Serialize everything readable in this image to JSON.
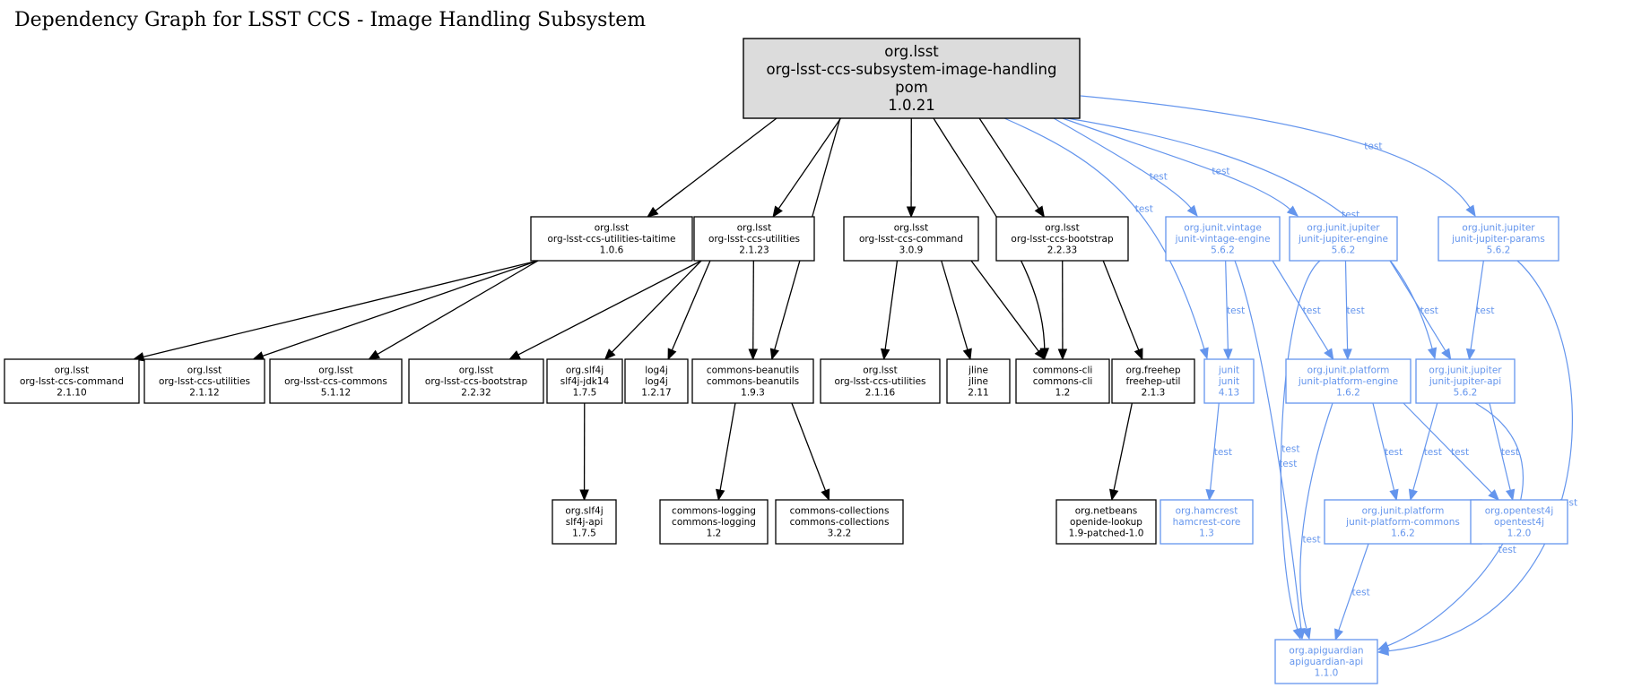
{
  "title": "Dependency Graph for LSST CCS - Image Handling Subsystem",
  "nodes": [
    {
      "id": "root",
      "lines": [
        "org.lsst",
        "org-lsst-ccs-subsystem-image-handling",
        "pom",
        "1.0.21"
      ],
      "kind": "root"
    },
    {
      "id": "taitime",
      "lines": [
        "org.lsst",
        "org-lsst-ccs-utilities-taitime",
        "1.0.6"
      ],
      "kind": "compile"
    },
    {
      "id": "util2123",
      "lines": [
        "org.lsst",
        "org-lsst-ccs-utilities",
        "2.1.23"
      ],
      "kind": "compile"
    },
    {
      "id": "cmd309",
      "lines": [
        "org.lsst",
        "org-lsst-ccs-command",
        "3.0.9"
      ],
      "kind": "compile"
    },
    {
      "id": "boot2233",
      "lines": [
        "org.lsst",
        "org-lsst-ccs-bootstrap",
        "2.2.33"
      ],
      "kind": "compile"
    },
    {
      "id": "vintage",
      "lines": [
        "org.junit.vintage",
        "junit-vintage-engine",
        "5.6.2"
      ],
      "kind": "test"
    },
    {
      "id": "jupeng",
      "lines": [
        "org.junit.jupiter",
        "junit-jupiter-engine",
        "5.6.2"
      ],
      "kind": "test"
    },
    {
      "id": "juppar",
      "lines": [
        "org.junit.jupiter",
        "junit-jupiter-params",
        "5.6.2"
      ],
      "kind": "test"
    },
    {
      "id": "cmd2110",
      "lines": [
        "org.lsst",
        "org-lsst-ccs-command",
        "2.1.10"
      ],
      "kind": "compile"
    },
    {
      "id": "util2112",
      "lines": [
        "org.lsst",
        "org-lsst-ccs-utilities",
        "2.1.12"
      ],
      "kind": "compile"
    },
    {
      "id": "commons5112",
      "lines": [
        "org.lsst",
        "org-lsst-ccs-commons",
        "5.1.12"
      ],
      "kind": "compile"
    },
    {
      "id": "boot2232",
      "lines": [
        "org.lsst",
        "org-lsst-ccs-bootstrap",
        "2.2.32"
      ],
      "kind": "compile"
    },
    {
      "id": "slf4jjdk",
      "lines": [
        "org.slf4j",
        "slf4j-jdk14",
        "1.7.5"
      ],
      "kind": "compile"
    },
    {
      "id": "log4j",
      "lines": [
        "log4j",
        "log4j",
        "1.2.17"
      ],
      "kind": "compile"
    },
    {
      "id": "beanutils",
      "lines": [
        "commons-beanutils",
        "commons-beanutils",
        "1.9.3"
      ],
      "kind": "compile"
    },
    {
      "id": "util2116",
      "lines": [
        "org.lsst",
        "org-lsst-ccs-utilities",
        "2.1.16"
      ],
      "kind": "compile"
    },
    {
      "id": "jline",
      "lines": [
        "jline",
        "jline",
        "2.11"
      ],
      "kind": "compile"
    },
    {
      "id": "cli",
      "lines": [
        "commons-cli",
        "commons-cli",
        "1.2"
      ],
      "kind": "compile"
    },
    {
      "id": "freehep",
      "lines": [
        "org.freehep",
        "freehep-util",
        "2.1.3"
      ],
      "kind": "compile"
    },
    {
      "id": "junit",
      "lines": [
        "junit",
        "junit",
        "4.13"
      ],
      "kind": "test"
    },
    {
      "id": "plateng",
      "lines": [
        "org.junit.platform",
        "junit-platform-engine",
        "1.6.2"
      ],
      "kind": "test"
    },
    {
      "id": "jupapi",
      "lines": [
        "org.junit.jupiter",
        "junit-jupiter-api",
        "5.6.2"
      ],
      "kind": "test"
    },
    {
      "id": "slf4japi",
      "lines": [
        "org.slf4j",
        "slf4j-api",
        "1.7.5"
      ],
      "kind": "compile"
    },
    {
      "id": "logging",
      "lines": [
        "commons-logging",
        "commons-logging",
        "1.2"
      ],
      "kind": "compile"
    },
    {
      "id": "collections",
      "lines": [
        "commons-collections",
        "commons-collections",
        "3.2.2"
      ],
      "kind": "compile"
    },
    {
      "id": "openide",
      "lines": [
        "org.netbeans",
        "openide-lookup",
        "1.9-patched-1.0"
      ],
      "kind": "compile"
    },
    {
      "id": "hamcrest",
      "lines": [
        "org.hamcrest",
        "hamcrest-core",
        "1.3"
      ],
      "kind": "test"
    },
    {
      "id": "platcom",
      "lines": [
        "org.junit.platform",
        "junit-platform-commons",
        "1.6.2"
      ],
      "kind": "test"
    },
    {
      "id": "opentest4j",
      "lines": [
        "org.opentest4j",
        "opentest4j",
        "1.2.0"
      ],
      "kind": "test"
    },
    {
      "id": "apiguardian",
      "lines": [
        "org.apiguardian",
        "apiguardian-api",
        "1.1.0"
      ],
      "kind": "test"
    }
  ],
  "edges": [
    {
      "from": "root",
      "to": "taitime"
    },
    {
      "from": "root",
      "to": "util2123"
    },
    {
      "from": "root",
      "to": "beanutils"
    },
    {
      "from": "root",
      "to": "cmd309"
    },
    {
      "from": "root",
      "to": "cli"
    },
    {
      "from": "root",
      "to": "boot2233"
    },
    {
      "from": "root",
      "to": "junit",
      "label": "test"
    },
    {
      "from": "root",
      "to": "vintage",
      "label": "test"
    },
    {
      "from": "root",
      "to": "jupeng",
      "label": "test"
    },
    {
      "from": "root",
      "to": "jupapi",
      "label": "test"
    },
    {
      "from": "root",
      "to": "juppar",
      "label": "test"
    },
    {
      "from": "taitime",
      "to": "cmd2110"
    },
    {
      "from": "taitime",
      "to": "util2112"
    },
    {
      "from": "taitime",
      "to": "commons5112"
    },
    {
      "from": "util2123",
      "to": "boot2232"
    },
    {
      "from": "util2123",
      "to": "slf4jjdk"
    },
    {
      "from": "util2123",
      "to": "log4j"
    },
    {
      "from": "util2123",
      "to": "beanutils"
    },
    {
      "from": "cmd309",
      "to": "util2116"
    },
    {
      "from": "cmd309",
      "to": "jline"
    },
    {
      "from": "cmd309",
      "to": "cli"
    },
    {
      "from": "boot2233",
      "to": "cli"
    },
    {
      "from": "boot2233",
      "to": "freehep"
    },
    {
      "from": "vintage",
      "to": "junit",
      "label": "test"
    },
    {
      "from": "vintage",
      "to": "plateng",
      "label": "test"
    },
    {
      "from": "vintage",
      "to": "apiguardian",
      "label": "test"
    },
    {
      "from": "jupeng",
      "to": "plateng",
      "label": "test"
    },
    {
      "from": "jupeng",
      "to": "jupapi",
      "label": "test"
    },
    {
      "from": "jupeng",
      "to": "apiguardian",
      "label": "test"
    },
    {
      "from": "juppar",
      "to": "jupapi",
      "label": "test"
    },
    {
      "from": "juppar",
      "to": "apiguardian",
      "label": "test"
    },
    {
      "from": "slf4jjdk",
      "to": "slf4japi"
    },
    {
      "from": "beanutils",
      "to": "logging"
    },
    {
      "from": "beanutils",
      "to": "collections"
    },
    {
      "from": "freehep",
      "to": "openide"
    },
    {
      "from": "junit",
      "to": "hamcrest",
      "label": "test"
    },
    {
      "from": "plateng",
      "to": "platcom",
      "label": "test"
    },
    {
      "from": "plateng",
      "to": "opentest4j",
      "label": "test"
    },
    {
      "from": "plateng",
      "to": "apiguardian",
      "label": "test"
    },
    {
      "from": "jupapi",
      "to": "platcom",
      "label": "test"
    },
    {
      "from": "jupapi",
      "to": "opentest4j",
      "label": "test"
    },
    {
      "from": "jupapi",
      "to": "apiguardian",
      "label": "test"
    },
    {
      "from": "platcom",
      "to": "apiguardian",
      "label": "test"
    }
  ],
  "colors": {
    "compile": "#000000",
    "test": "#6495ed",
    "root_fill": "#dcdcdc"
  }
}
